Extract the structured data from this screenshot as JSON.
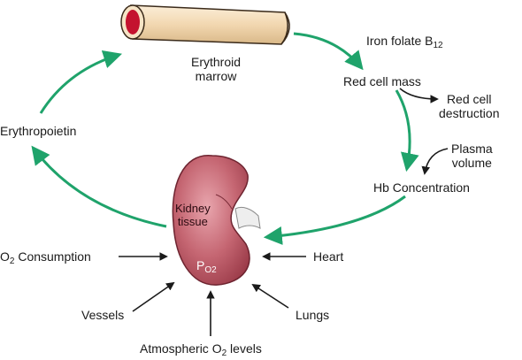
{
  "nodes": {
    "erythroid_marrow": [
      "Erythroid",
      "marrow"
    ],
    "iron_folate": {
      "text": "Iron folate B",
      "sub": "12"
    },
    "red_cell_mass": "Red cell mass",
    "red_cell_destruction": [
      "Red cell",
      "destruction"
    ],
    "plasma_volume": [
      "Plasma",
      "volume"
    ],
    "hb_concentration": "Hb Concentration",
    "erythropoietin": "Erythropoietin",
    "kidney_tissue": [
      "Kidney",
      "tissue"
    ],
    "po2": {
      "text": "P",
      "sub": "O2"
    },
    "o2_consumption": {
      "pre": "O",
      "sub": "2",
      "post": " Consumption"
    },
    "heart": "Heart",
    "vessels": "Vessels",
    "lungs": "Lungs",
    "atmospheric": {
      "pre": "Atmospheric O",
      "sub": "2",
      "post": " levels"
    }
  },
  "colors": {
    "cycle_arrow": "#1fa36b",
    "input_arrow": "#1a1a1a",
    "kidney": "#b5505e",
    "bone": "#f2d7b0",
    "marrow": "#c4122f"
  }
}
